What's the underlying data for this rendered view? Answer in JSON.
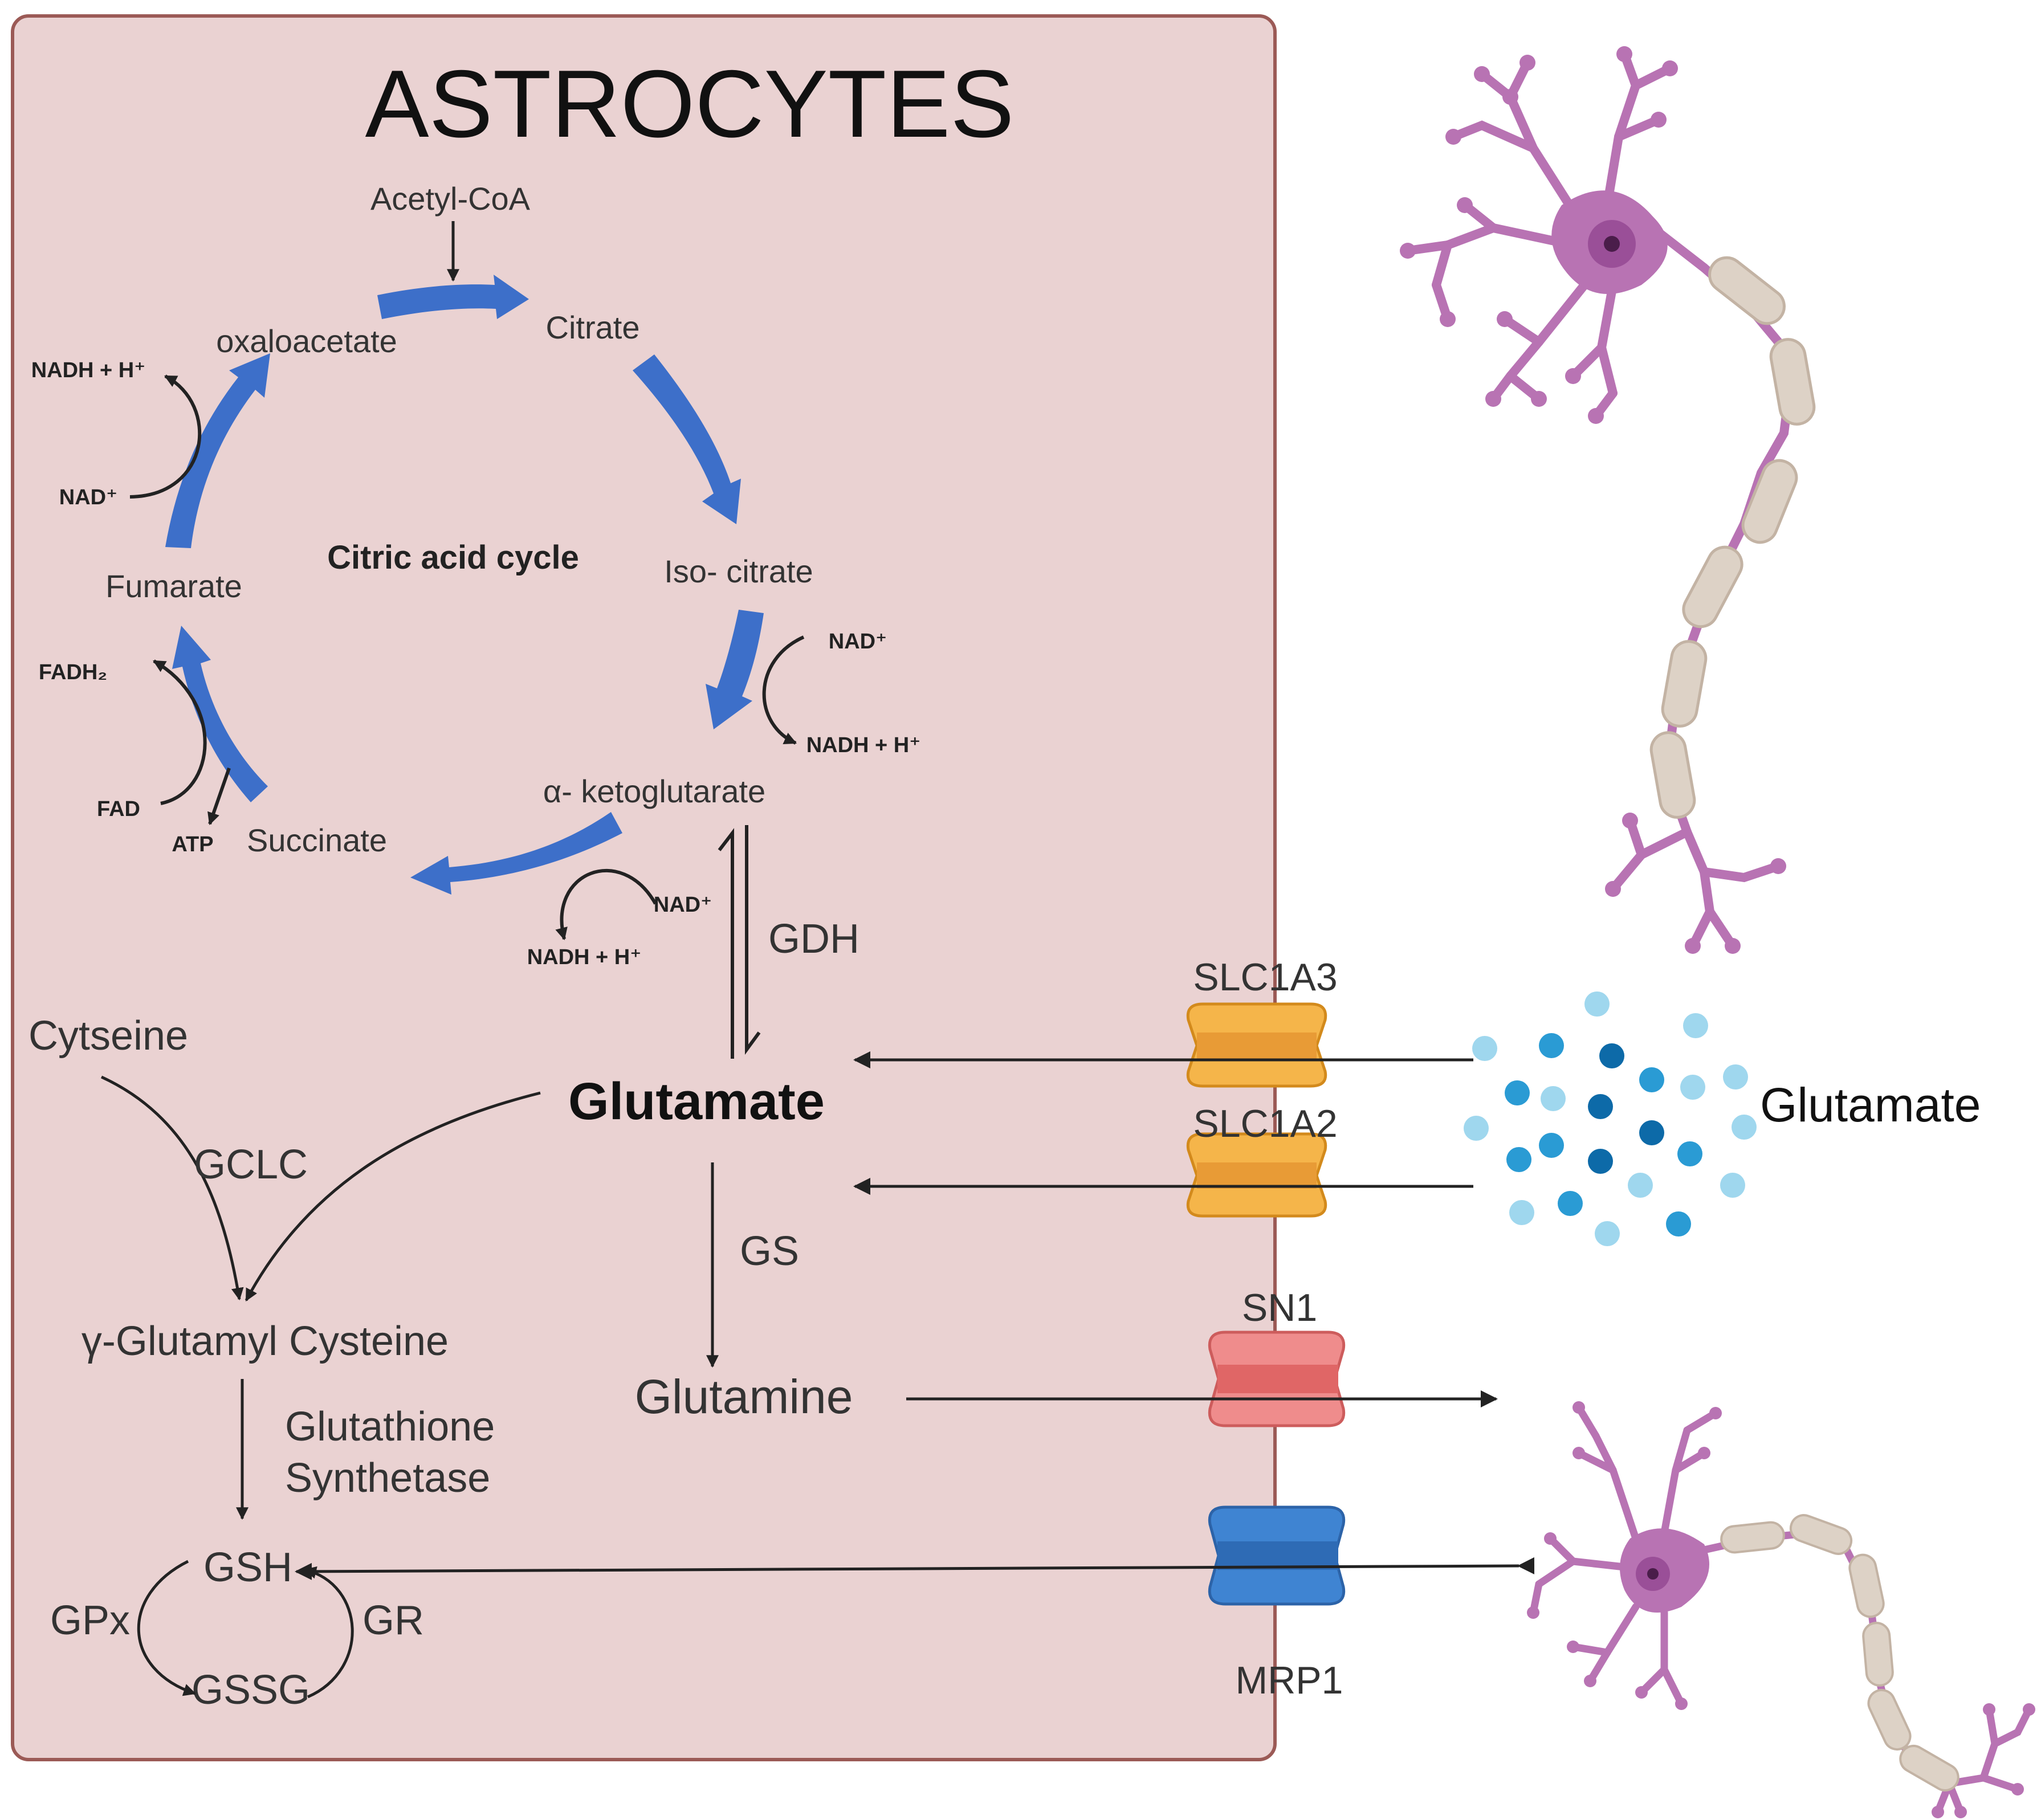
{
  "title": "ASTROCYTES",
  "cycle": {
    "label": "Citric acid cycle",
    "acetyl_coa": "Acetyl-CoA",
    "oxaloacetate": "oxaloacetate",
    "citrate": "Citrate",
    "isocitrate": "Iso- citrate",
    "alpha_kg": "α- ketoglutarate",
    "succinate": "Succinate",
    "fumarate": "Fumarate"
  },
  "cofactors": {
    "nad_plus": "NAD⁺",
    "nadh": "NADH + H⁺",
    "fad": "FAD",
    "fadh2": "FADH₂",
    "atp": "ATP"
  },
  "enzymes": {
    "gdh": "GDH",
    "gs": "GS",
    "gclc": "GCLC",
    "gs_synthetase_line1": "Glutathione",
    "gs_synthetase_line2": "Synthetase",
    "gpx": "GPx",
    "gr": "GR"
  },
  "metabolites": {
    "glutamate": "Glutamate",
    "glutamine": "Glutamine",
    "cysteine": "Cytseine",
    "gamma_glu_cys": "γ-Glutamyl Cysteine",
    "gsh": "GSH",
    "gssg": "GSSG"
  },
  "transporters": {
    "slc1a3": "SLC1A3",
    "slc1a2": "SLC1A2",
    "sn1": "SN1",
    "mrp1": "MRP1"
  },
  "extracellular": {
    "glutamate": "Glutamate"
  },
  "colors": {
    "astrocyte_fill": "#ead2d2",
    "astrocyte_border": "#9b5a56",
    "cycle_arrow": "#3d6fc9",
    "slc_color": "#f5b54a",
    "sn1_color": "#ef8c8c",
    "mrp1_color": "#3f84d2",
    "neuron_color": "#b873b3",
    "myelin_color": "#ddd2c6",
    "glutamate_dots": "#2a9bd4"
  }
}
